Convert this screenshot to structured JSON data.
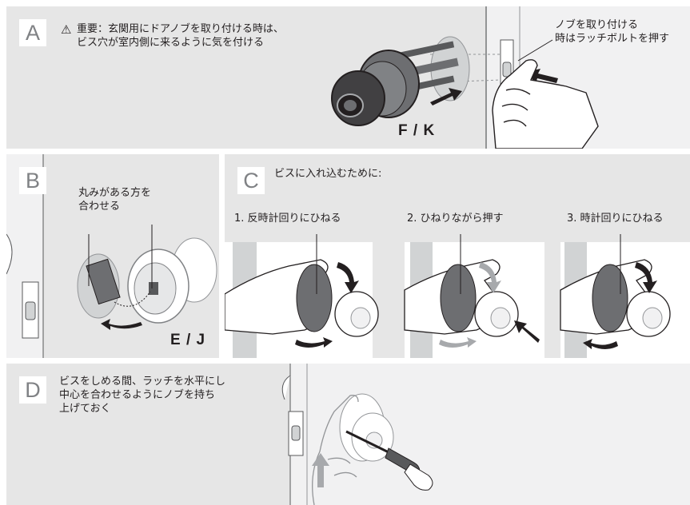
{
  "panel_a": {
    "letter": "A",
    "warning_line1": "重要：玄関用にドアノブを取り付ける時は、",
    "warning_line2": "ビス穴が室内側に来るように気を付ける",
    "note_line1": "ノブを取り付ける",
    "note_line2": "時はラッチボルトを押す",
    "code": "F / K"
  },
  "panel_b": {
    "letter": "B",
    "caption_line1": "丸みがある方を",
    "caption_line2": "合わせる",
    "code": "E / J"
  },
  "panel_c": {
    "letter": "C",
    "heading": "ビスに入れ込むために:",
    "steps": [
      "1.  反時計回りにひねる",
      "2. ひねりながら押す",
      "3. 時計回りにひねる"
    ]
  },
  "panel_d": {
    "letter": "D",
    "line1": "ビスをしめる間、ラッチを水平にし",
    "line2": "中心を合わせるようにノブを持ち",
    "line3": "上げておく"
  },
  "colors": {
    "panel_bg": "#e6e6e6",
    "label_text": "#808285",
    "ink": "#231f20",
    "light_arrow": "#a7a9ac"
  },
  "icons": [
    "warning-icon",
    "door-knob-illustration",
    "hand-illustration",
    "screwdriver-illustration",
    "rotate-arrow-icon",
    "push-arrow-icon",
    "up-arrow-icon"
  ]
}
